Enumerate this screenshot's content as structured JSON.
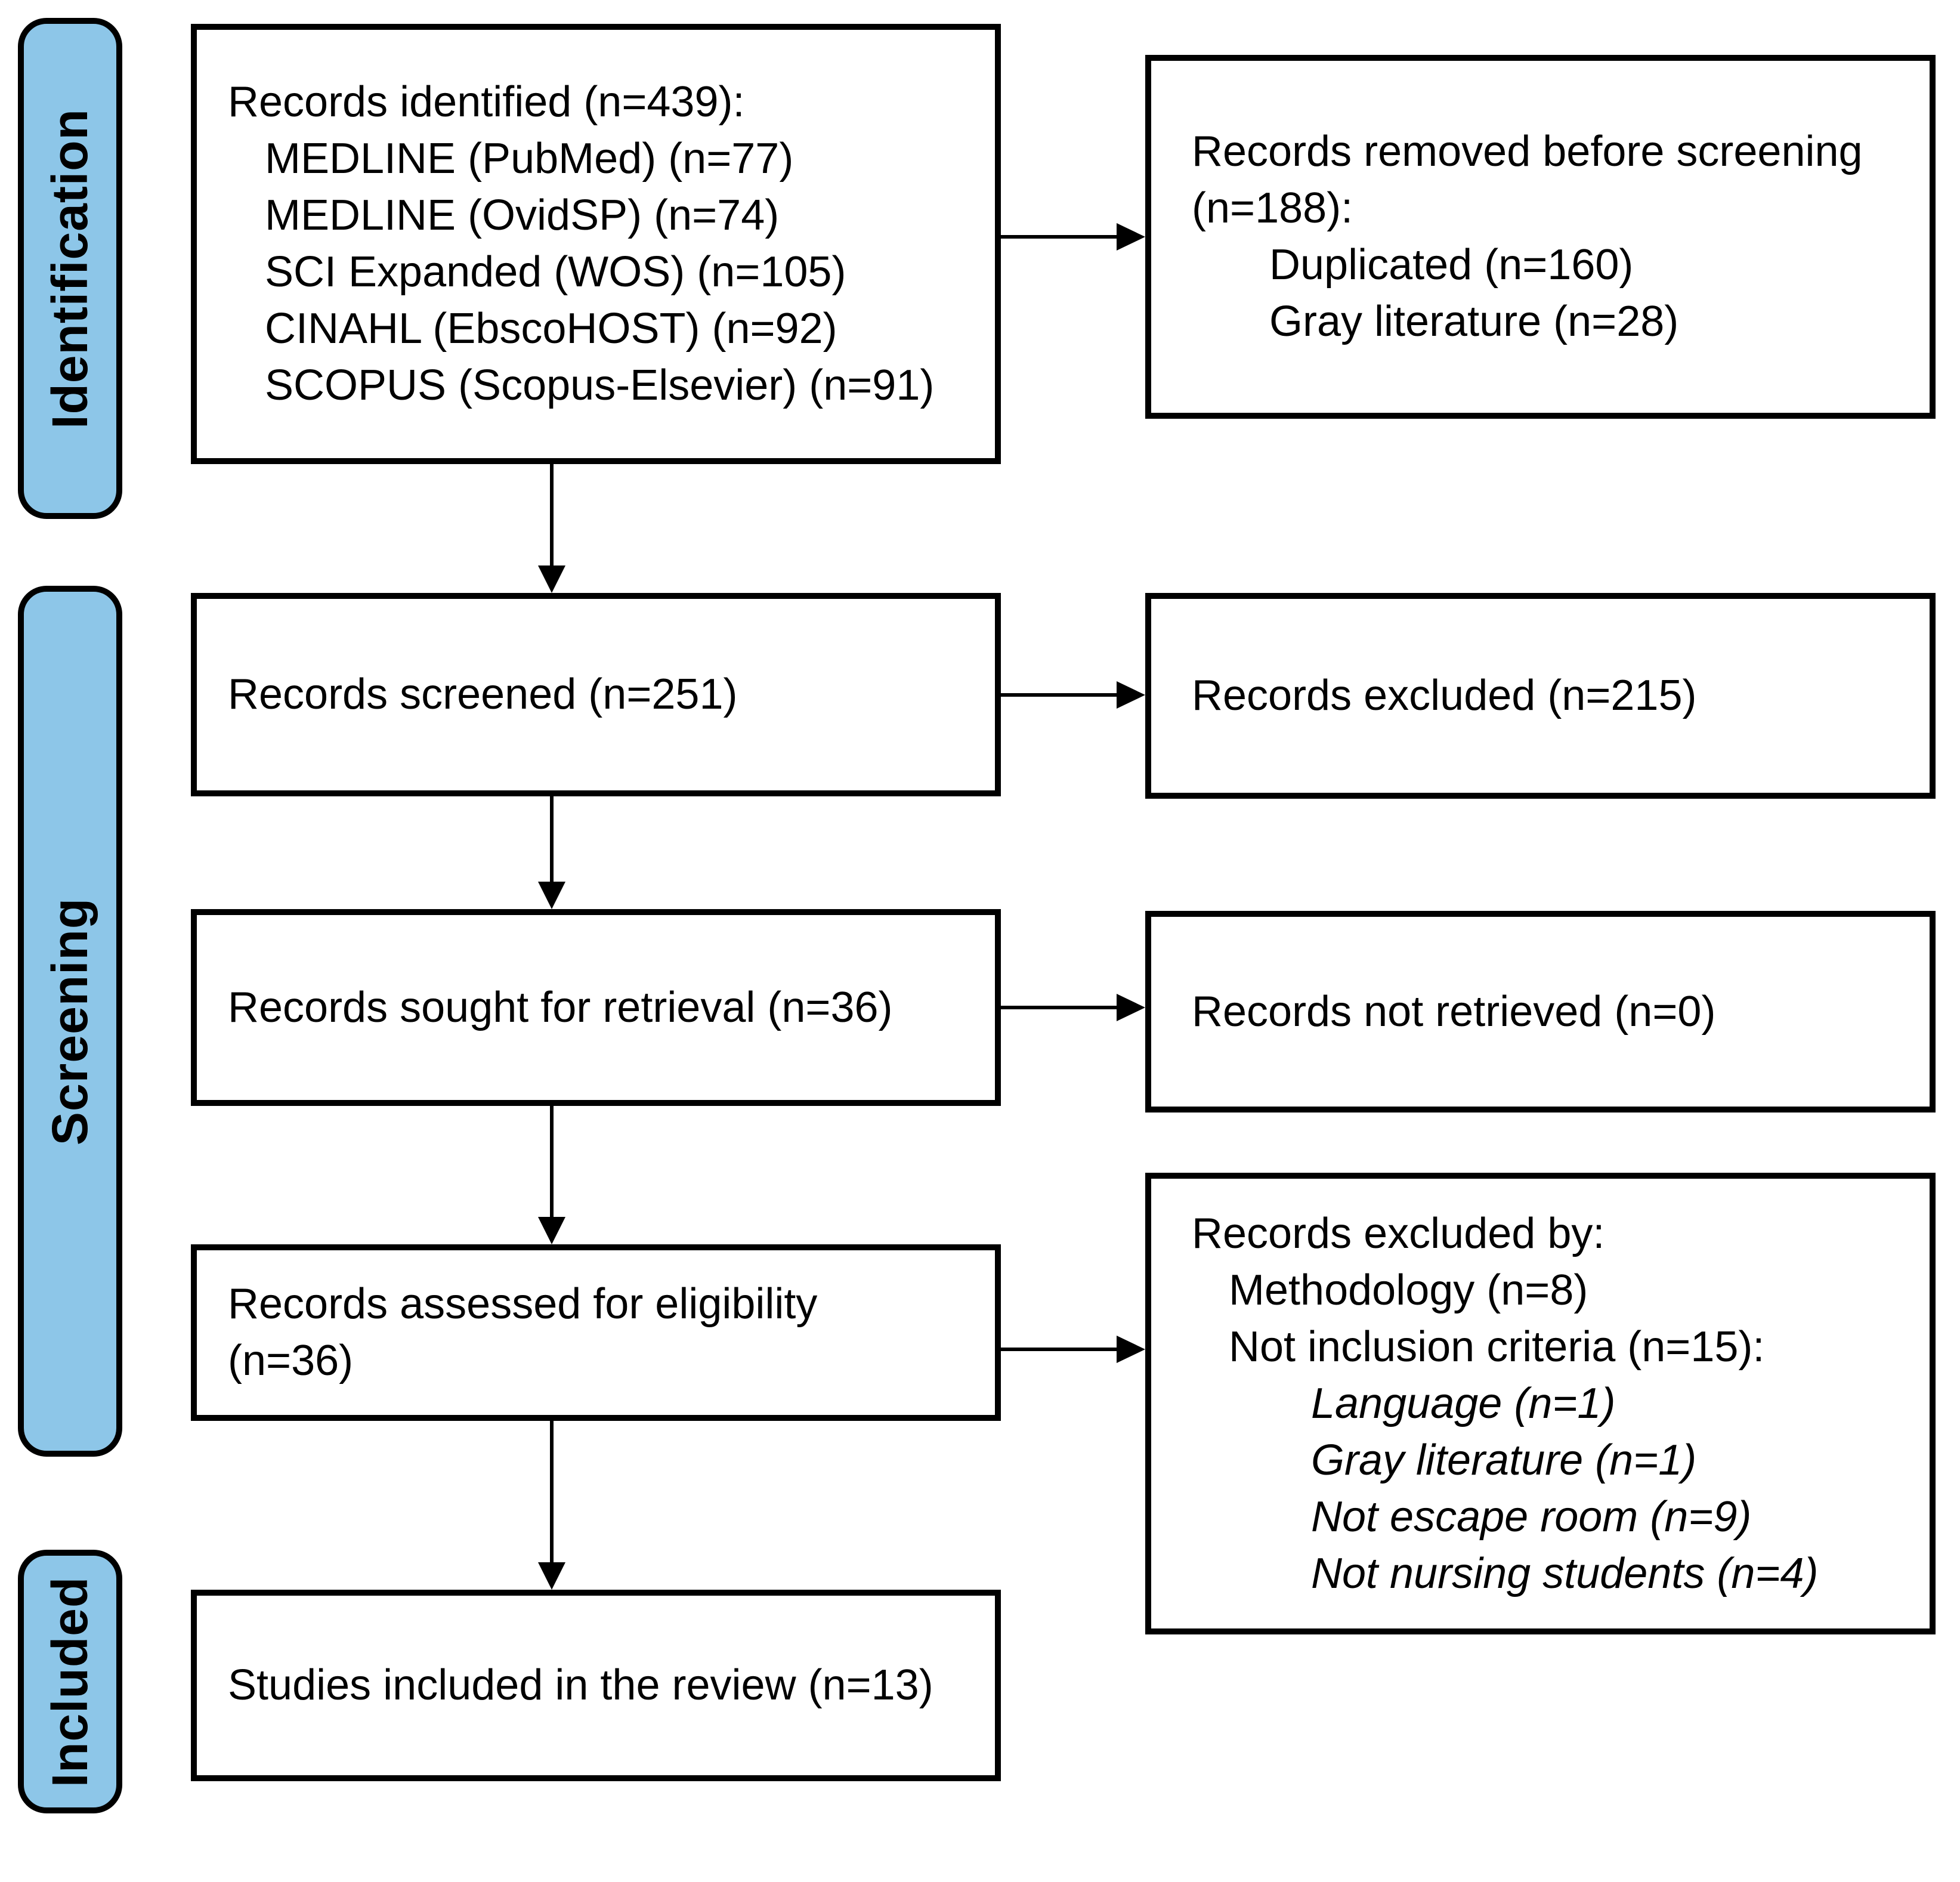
{
  "colors": {
    "stage_fill": "#8DC6E8",
    "box_fill": "#FFFFFF",
    "ink": "#000000"
  },
  "stages": [
    {
      "label": "Identification"
    },
    {
      "label": "Screening"
    },
    {
      "label": "Included"
    }
  ],
  "boxes": {
    "identified": {
      "title": "Records identified (n=439):",
      "items": [
        "MEDLINE (PubMed) (n=77)",
        "MEDLINE (OvidSP) (n=74)",
        "SCI Expanded (WOS) (n=105)",
        "CINAHL (EbscoHOST) (n=92)",
        "SCOPUS (Scopus-Elsevier) (n=91)"
      ]
    },
    "removed_before_screening": {
      "lines": [
        "Records removed before screening",
        "(n=188):"
      ],
      "items": [
        "Duplicated (n=160)",
        "Gray literature (n=28)"
      ]
    },
    "screened": {
      "text": "Records screened (n=251)"
    },
    "excluded": {
      "text": "Records excluded (n=215)"
    },
    "sought_for_retrieval": {
      "text": "Records sought for retrieval (n=36)"
    },
    "not_retrieved": {
      "text": "Records not retrieved (n=0)"
    },
    "assessed": {
      "lines": [
        "Records assessed for eligibility",
        "(n=36)"
      ]
    },
    "excluded_by": {
      "title": "Records excluded by:",
      "reasons": [
        "Methodology (n=8)",
        "Not inclusion criteria (n=15):"
      ],
      "criteria_details": [
        "Language (n=1)",
        "Gray literature (n=1)",
        "Not escape room (n=9)",
        "Not nursing students (n=4)"
      ]
    },
    "included_in_review": {
      "text": "Studies included in the review (n=13)"
    }
  },
  "connections": [
    {
      "from": "identified",
      "to": "removed_before_screening"
    },
    {
      "from": "identified",
      "to": "screened"
    },
    {
      "from": "screened",
      "to": "excluded"
    },
    {
      "from": "screened",
      "to": "sought_for_retrieval"
    },
    {
      "from": "sought_for_retrieval",
      "to": "not_retrieved"
    },
    {
      "from": "sought_for_retrieval",
      "to": "assessed"
    },
    {
      "from": "assessed",
      "to": "excluded_by"
    },
    {
      "from": "assessed",
      "to": "included_in_review"
    }
  ]
}
